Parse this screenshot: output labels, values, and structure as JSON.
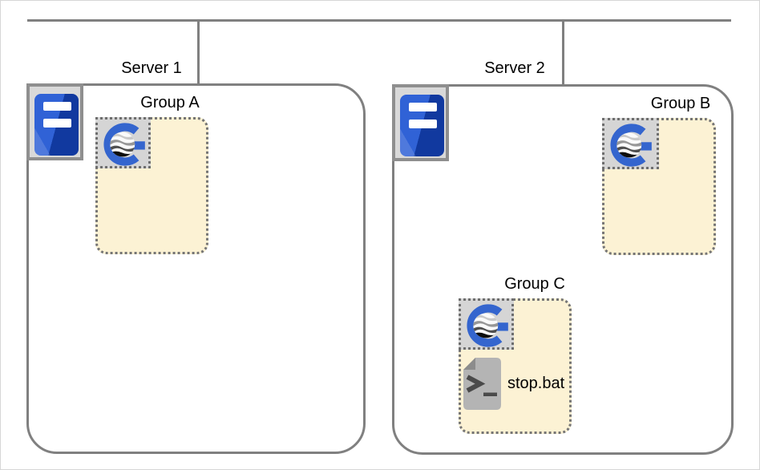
{
  "servers": [
    {
      "label": "Server 1",
      "groups": [
        {
          "label": "Group A",
          "files": []
        }
      ]
    },
    {
      "label": "Server 2",
      "groups": [
        {
          "label": "Group B",
          "files": []
        },
        {
          "label": "Group C",
          "files": [
            {
              "label": "stop.bat"
            }
          ]
        }
      ]
    }
  ],
  "icons": {
    "server": "server-icon",
    "geoserver_logo": "geoserver-logo-icon",
    "batch_script": "batch-script-icon"
  },
  "colors": {
    "line_gray": "#808080",
    "group_fill": "#fcf2d4",
    "group_border": "#757575",
    "icon_tile_bg": "#d5d5d5",
    "server_blue_light": "#3062d6",
    "server_blue_dark": "#11399f",
    "logo_blue": "#3465ce",
    "file_gray": "#b4b4b4"
  }
}
